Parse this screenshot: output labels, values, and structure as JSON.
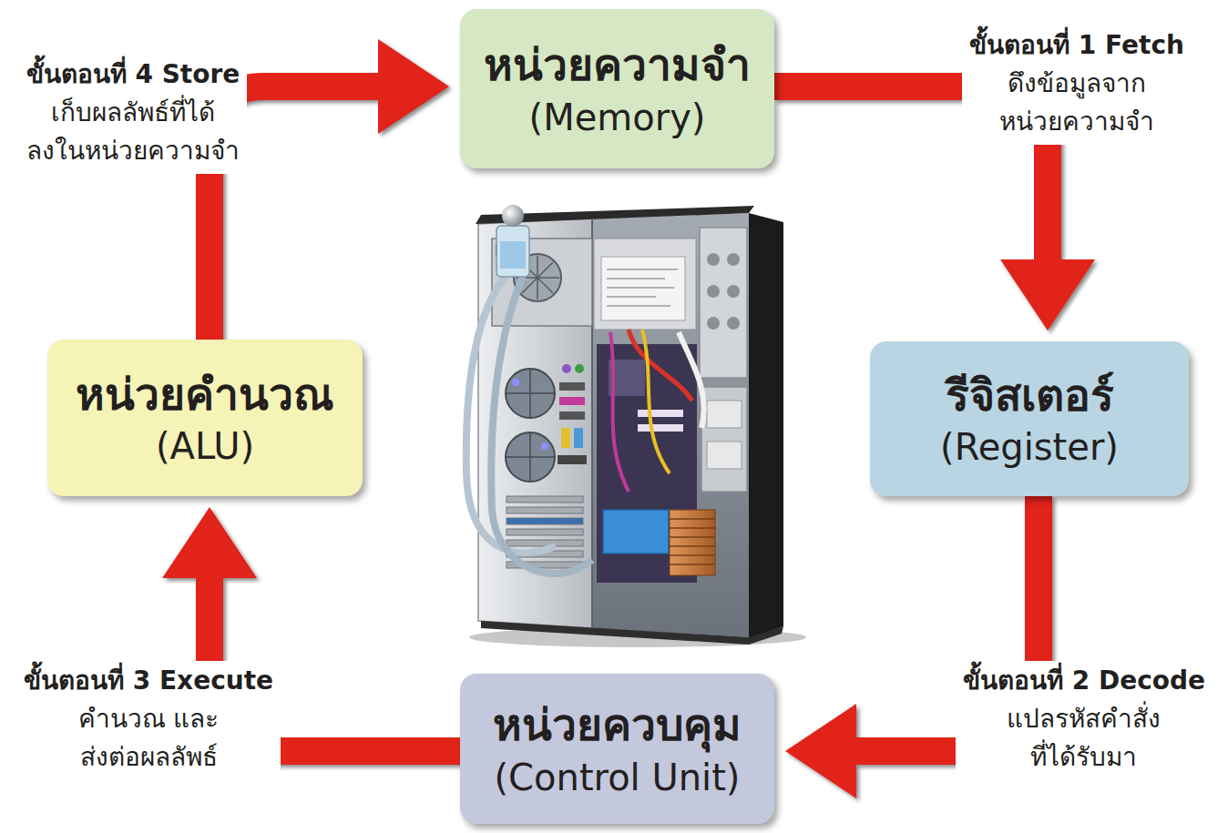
{
  "diagram": {
    "nodes": [
      {
        "text": [
          "หน่วยความจำ",
          "(Memory)"
        ]
      },
      {
        "text": [
          "หน่วยคำนวณ",
          "(ALU)"
        ]
      },
      {
        "text": [
          "รีจิสเตอร์",
          "(Register)"
        ]
      },
      {
        "text": [
          "หน่วยควบคุม",
          "(Control Unit)"
        ]
      }
    ],
    "edges": [
      {
        "from": 0,
        "to": 2,
        "arrow": "to"
      },
      {
        "from": 2,
        "to": 3,
        "arrow": "to"
      },
      {
        "from": 3,
        "to": 1,
        "arrow": "to"
      },
      {
        "from": 1,
        "to": 0,
        "arrow": "to"
      }
    ],
    "labels": [
      "ขั้นตอนที่ 1 Fetch",
      "ดึงข้อมูลจาก หน่วยความจำ",
      "ขั้นตอนที่ 2 Decode",
      "แปลรหัสคำสั่ง ที่ได้รับมา",
      "ขั้นตอนที่ 3 Execute",
      "คำนวณ และ ส่งต่อผลลัพธ์",
      "ขั้นตอนที่ 4 Store",
      "เก็บผลลัพธ์ที่ได้ ลงในหน่วยความจำ"
    ]
  }
}
